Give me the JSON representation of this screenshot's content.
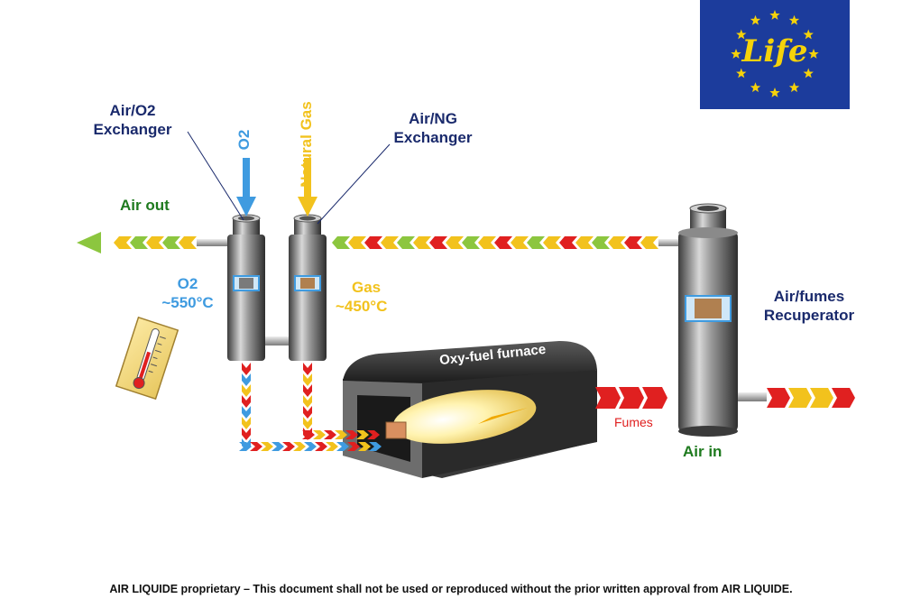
{
  "labels": {
    "air_o2_exchanger": [
      "Air/O2",
      "Exchanger"
    ],
    "o2_stream": "O2",
    "natural_gas_stream": "Natural Gas",
    "air_ng_exchanger": [
      "Air/NG",
      "Exchanger"
    ],
    "air_out": "Air out",
    "o2_temp": [
      "O2",
      "~550°C"
    ],
    "gas_temp": [
      "Gas",
      "~450°C"
    ],
    "furnace": "Oxy-fuel furnace",
    "fumes": "Fumes",
    "air_in": "Air in",
    "recuperator": [
      "Air/fumes",
      "Recuperator"
    ]
  },
  "logo": {
    "text": "Life",
    "colors": {
      "flag": "#1c3c9c",
      "stars": "#f5d20a"
    }
  },
  "footer": "AIR LIQUIDE proprietary – This document shall not be used or reproduced without the prior written approval from AIR LIQUIDE.",
  "colors": {
    "navy": "#1a2a6c",
    "green": "#1e7a1e",
    "o2_blue": "#3f9be0",
    "gas_yellow": "#f2c21d",
    "hot_red": "#e02020",
    "arrow_green": "#8cc63f"
  },
  "icons": [
    "thermometer-icon",
    "eu-life-logo",
    "flame-icon"
  ]
}
